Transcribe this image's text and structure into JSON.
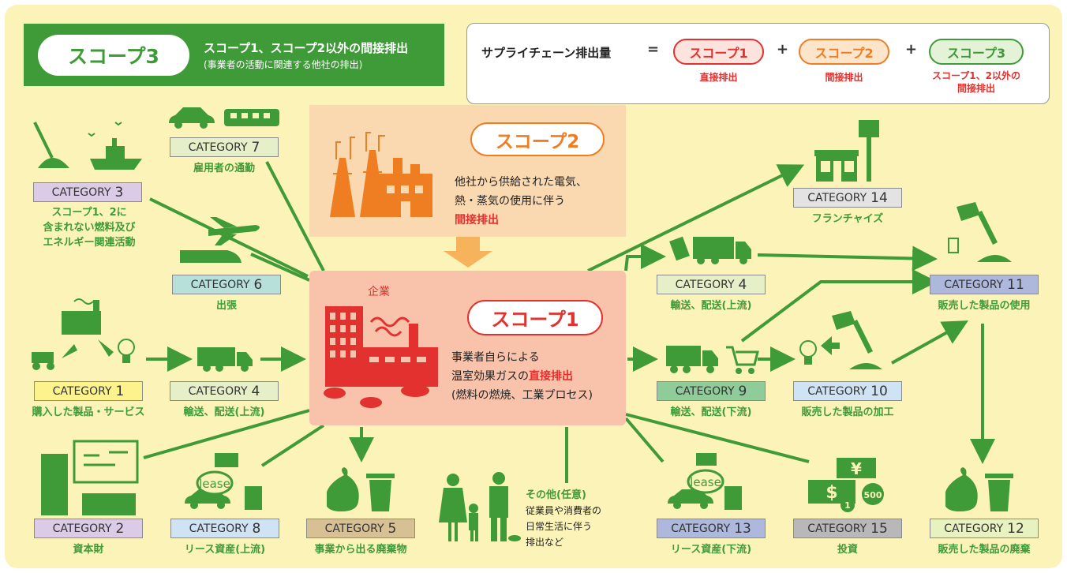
{
  "header": {
    "scope3_label": "スコープ3",
    "title": "スコープ1、スコープ2以外の間接排出",
    "subtitle": "(事業者の活動に関連する他社の排出)"
  },
  "formula": {
    "lhs": "サプライチェーン排出量",
    "eq": "=",
    "plus": "+",
    "terms": [
      {
        "label": "スコープ1",
        "sub": "直接排出",
        "color": "#e2312e"
      },
      {
        "label": "スコープ2",
        "sub": "間接排出",
        "color": "#ef7d22"
      },
      {
        "label": "スコープ3",
        "sub_line1": "スコープ1、2以外の",
        "sub_line2": "間接排出",
        "color": "#3f9a38"
      }
    ]
  },
  "scope2": {
    "label": "スコープ2",
    "line1": "他社から供給された電気、",
    "line2": "熱・蒸気の使用に伴う",
    "line3": "間接排出"
  },
  "scope1": {
    "company": "企業",
    "label": "スコープ1",
    "line1": "事業者自らによる",
    "line2_prefix": "温室効果ガスの",
    "line2_highlight": "直接排出",
    "line3": "(燃料の燃焼、工業プロセス)"
  },
  "other": {
    "title": "その他(任意)",
    "line1": "従業員や消費者の",
    "line2": "日常生活に伴う",
    "line3": "排出など"
  },
  "category_word": "CATEGORY",
  "categories": [
    {
      "id": "c3",
      "num": "3",
      "lines": [
        "スコープ1、2に",
        "含まれない燃料及び",
        "エネルギー関連活動"
      ]
    },
    {
      "id": "c7",
      "num": "7",
      "lines": [
        "雇用者の通勤"
      ]
    },
    {
      "id": "c6",
      "num": "6",
      "lines": [
        "出張"
      ]
    },
    {
      "id": "c1",
      "num": "1",
      "lines": [
        "購入した製品・サービス"
      ]
    },
    {
      "id": "c4a",
      "num": "4",
      "lines": [
        "輸送、配送(上流)"
      ]
    },
    {
      "id": "c2",
      "num": "2",
      "lines": [
        "資本財"
      ]
    },
    {
      "id": "c8",
      "num": "8",
      "lines": [
        "リース資産(上流)"
      ]
    },
    {
      "id": "c5",
      "num": "5",
      "lines": [
        "事業から出る廃棄物"
      ]
    },
    {
      "id": "c14",
      "num": "14",
      "lines": [
        "フランチャイズ"
      ]
    },
    {
      "id": "c4b",
      "num": "4",
      "lines": [
        "輸送、配送(上流)"
      ]
    },
    {
      "id": "c11",
      "num": "11",
      "lines": [
        "販売した製品の使用"
      ]
    },
    {
      "id": "c9",
      "num": "9",
      "lines": [
        "輸送、配送(下流)"
      ]
    },
    {
      "id": "c10",
      "num": "10",
      "lines": [
        "販売した製品の加工"
      ]
    },
    {
      "id": "c13",
      "num": "13",
      "lines": [
        "リース資産(下流)"
      ]
    },
    {
      "id": "c15",
      "num": "15",
      "lines": [
        "投資"
      ]
    },
    {
      "id": "c12",
      "num": "12",
      "lines": [
        "販売した製品の廃棄"
      ]
    }
  ],
  "icon_text": {
    "lease": "lease",
    "yen": "¥",
    "dollar": "$",
    "coin_small": "1",
    "coin_500": "500"
  },
  "colors": {
    "green": "#3f9a38",
    "red": "#e2312e",
    "orange": "#ef7d22",
    "background": "#fbf3b8"
  }
}
